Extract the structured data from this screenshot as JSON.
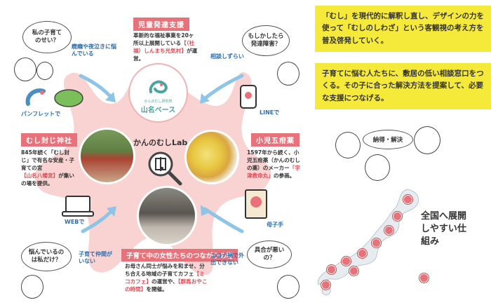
{
  "center": {
    "title": "かんのむしLab.",
    "base_small": "かんのむし研究所",
    "base_name": "山名ベース"
  },
  "sections": {
    "jidou": {
      "title": "児童発達支援",
      "desc_pre": "革新的な福祉事業を20ヶ所以上展開している",
      "desc_link": "【（社福）しんまち光気村】",
      "desc_post": "が運営。"
    },
    "jinja": {
      "title": "むし封じ神社",
      "desc_pre": "845年続く「むし封じ」で有名な安産・子育ての宮",
      "desc_link": "【山名八幡宮】",
      "desc_post": "が集いの場を提供。"
    },
    "gohyakuyaku": {
      "title": "小児五疳薬",
      "desc_pre": "1597年から続く、小児五疳薬（かんのむしの薬）のメーカー",
      "desc_link": "「宇津救命丸」",
      "desc_post": "の参画。"
    },
    "josei": {
      "title": "子育て中の女性たちのつながりの場",
      "desc_pre": "お母さん同士が悩みを和ませ、分ち合える地域の子育てカフェ",
      "desc_link1": "【ミコカフェ】",
      "desc_mid": "の運営や、",
      "desc_link2": "【群馬おやこの時間】",
      "desc_post": "を開催。"
    }
  },
  "bubbles": {
    "top_left": "私の子育てのせい？",
    "top_right": "もしかしたら発達障害？",
    "bottom_left": "悩んでいるのは私だけ？",
    "bottom_right": "具合が悪いの？"
  },
  "blue_labels": {
    "night": "癇癪や夜泣きに悩んでいる",
    "pamphlet": "パンフレットで",
    "soudan": "相談しずらい",
    "line": "LINEで",
    "web": "WEBで",
    "nakama": "子育て仲間がいない",
    "corona": "コロナ禍で外出できない",
    "boshi": "母子手"
  },
  "right": {
    "box1": "「むし」を現代的に解釈し直し、デザインの力を使って「むしのしわざ」という客観視の考え方を普及啓発していく。",
    "box2": "子育てに悩む人たちに、敷居の低い相談窓口をつくる。その子に合った解決方法を提案して、必要な支援につなげる。",
    "nattoku": "納得・解決",
    "zenkoku": "全国へ展開しやすい仕組み"
  },
  "colors": {
    "pink_blob": "#f9d3d2",
    "accent_red": "#e9727a",
    "highlight_yellow": "#f5ea3a",
    "blue_text": "#2a6fb0"
  }
}
